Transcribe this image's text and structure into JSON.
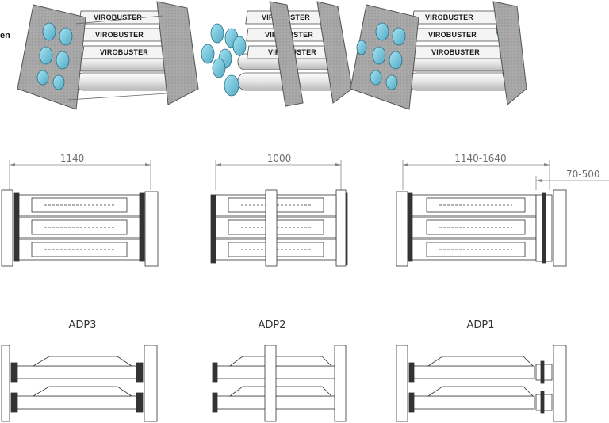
{
  "left_edge_text": "en",
  "brand_label": "VIROBUSTER",
  "dimensions": {
    "adp3_length": "1140",
    "adp2_length": "1000",
    "adp1_length": "1140-1640",
    "adp1_extension": "70-500"
  },
  "models": [
    "ADP3",
    "ADP2",
    "ADP1"
  ],
  "colors": {
    "steel": "#a9a9a9",
    "steel_dark": "#6f6f6f",
    "lamp_blue": "#7ecfe2",
    "tube_body": "#e9e9e9",
    "line": "#333333"
  }
}
